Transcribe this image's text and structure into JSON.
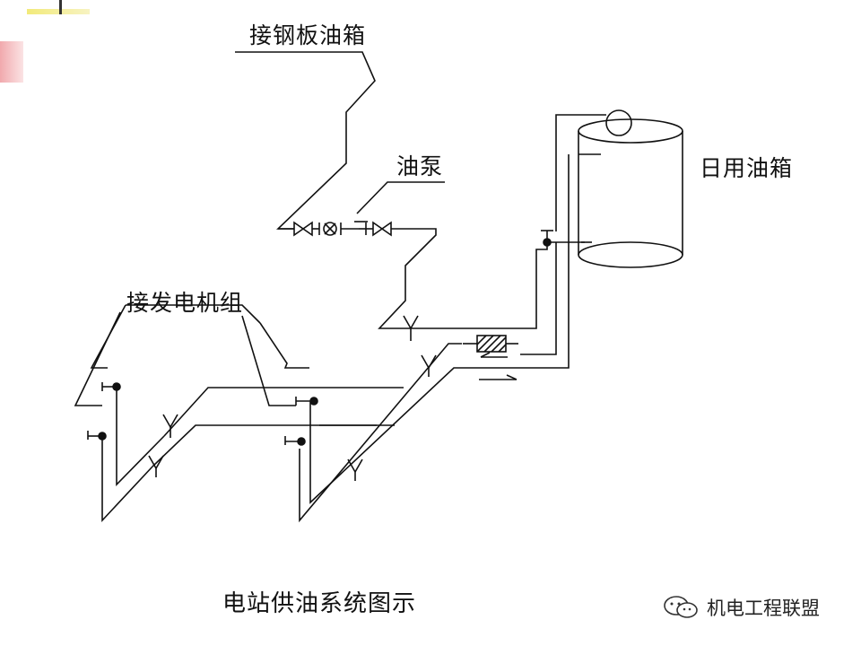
{
  "labels": {
    "steel_tank": "接钢板油箱",
    "oil_pump": "油泵",
    "daily_tank": "日用油箱",
    "generator_set": "接发电机组",
    "caption": "电站供油系统图示"
  },
  "watermark": {
    "text": "机电工程联盟",
    "icon": "wechat-icon"
  },
  "colors": {
    "line": "#111111",
    "deco_yellow": "#f2ea7a",
    "deco_red": "#f1a9ad"
  }
}
